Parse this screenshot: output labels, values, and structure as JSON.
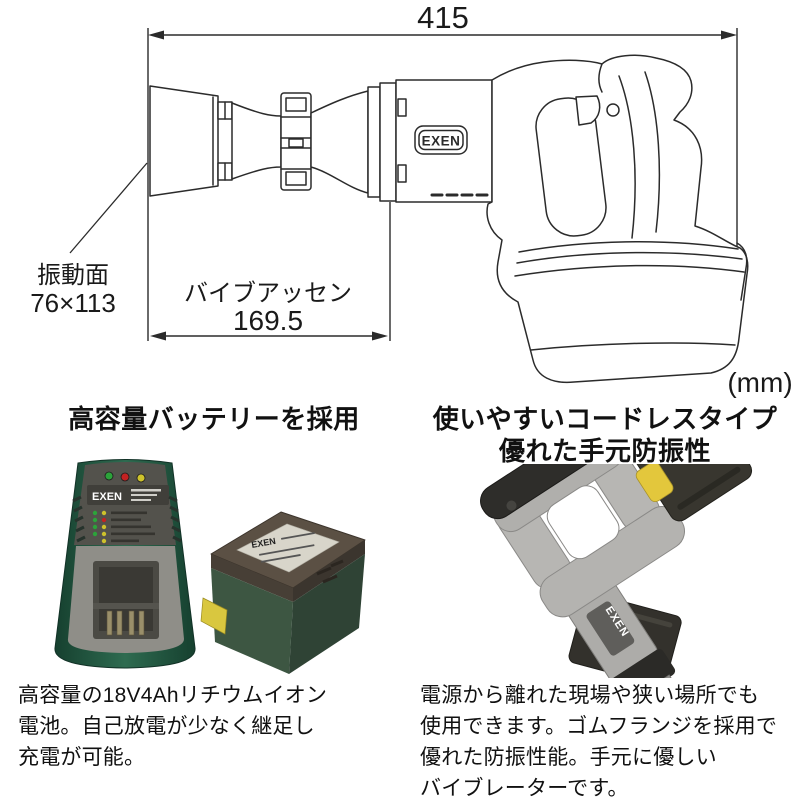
{
  "page": {
    "background": "#ffffff"
  },
  "diagram": {
    "dim_overall": "415",
    "dim_vib_assy_label": "バイブアッセン",
    "dim_vib_assy_value": "169.5",
    "dim_face_label": "振動面",
    "dim_face_value": "76×113",
    "unit": "(mm)",
    "logo": "EXEN"
  },
  "left_section": {
    "heading": "高容量バッテリーを採用",
    "charger_logo": "EXEN",
    "battery_logo": "EXEN",
    "body": [
      "高容量の18V4Ahリチウムイオン",
      "電池。自己放電が少なく継足し",
      "充電が可能。"
    ]
  },
  "right_section": {
    "heading_line1": "使いやすいコードレスタイプ",
    "heading_line2": "優れた手元防振性",
    "tool_logo": "EXEN",
    "body": [
      "電源から離れた現場や狭い場所でも",
      "使用できます。ゴムフランジを採用で",
      "優れた防振性能。手元に優しい",
      "バイブレーターです。"
    ]
  },
  "colors": {
    "line_art": "#2b2b2b",
    "text": "#1a1a1a",
    "charger_green": "#1e4e3c",
    "battery_green": "#3d5642",
    "battery_lid_brown": "#5b5044",
    "latch_yellow": "#d9c73f",
    "tool_gray": "#b7b6b3",
    "battery_pack_dark": "#38362f",
    "button_yellow": "#e3c73c",
    "led_green": "#2ca33a",
    "led_red": "#c22222",
    "led_yellow": "#cdc22c"
  }
}
